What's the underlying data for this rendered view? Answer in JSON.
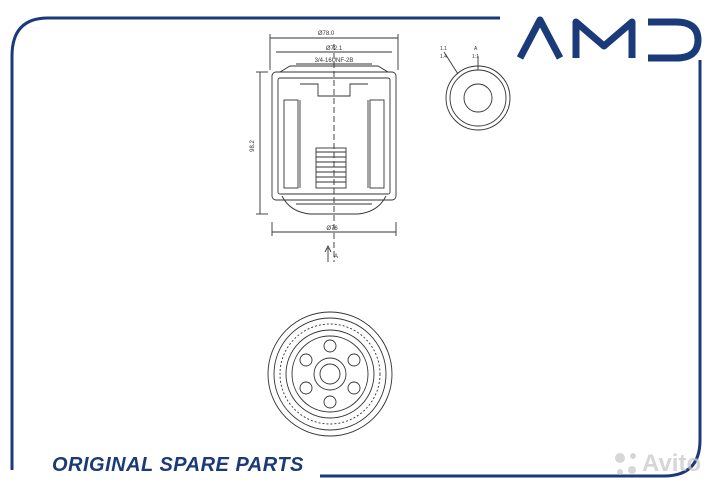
{
  "brand": {
    "logo_text": "AMD"
  },
  "footer": {
    "tagline": "ORIGINAL SPARE PARTS"
  },
  "watermark": {
    "text": "Avito"
  },
  "drawing": {
    "dim_top_outer": "Ø78.0",
    "dim_top_inner": "Ø72.1",
    "dim_thread": "3/4-16UNF-2B",
    "dim_height": "98.2",
    "dim_bottom": "Ø76",
    "section_label": "A",
    "side_label_a": "A",
    "side_label_b": "1:1",
    "side_dim_a": "1.1",
    "side_dim_b": "1.4"
  },
  "colors": {
    "brand_blue": "#1b3a7a",
    "line": "#333333"
  }
}
